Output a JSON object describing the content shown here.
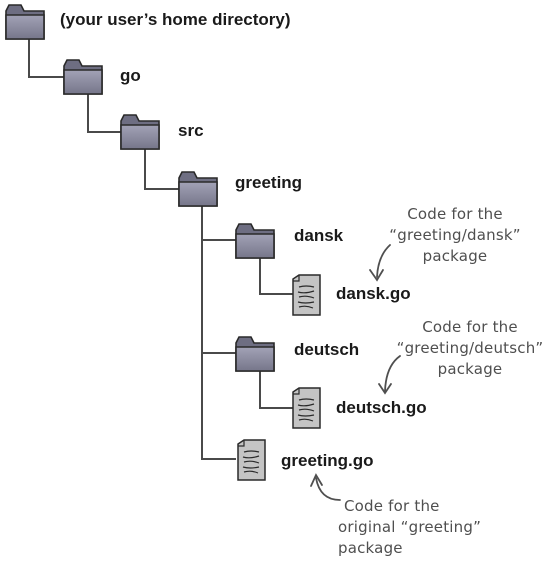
{
  "tree": {
    "home_label": "(your user’s home directory)",
    "go_label": "go",
    "src_label": "src",
    "greeting_label": "greeting",
    "dansk_label": "dansk",
    "dansk_file": "dansk.go",
    "deutsch_label": "deutsch",
    "deutsch_file": "deutsch.go",
    "greeting_file": "greeting.go"
  },
  "annotations": {
    "dansk": [
      "Code for the",
      "“greeting/dansk”",
      "package"
    ],
    "deutsch": [
      "Code for the",
      "“greeting/deutsch”",
      "package"
    ],
    "greeting": [
      "Code for the",
      "original “greeting”",
      "package"
    ]
  },
  "colors": {
    "folder_front": "#8f8fa4",
    "folder_back": "#6e6e82",
    "file_fill": "#bdbdbd",
    "line": "#4a4a4a"
  }
}
